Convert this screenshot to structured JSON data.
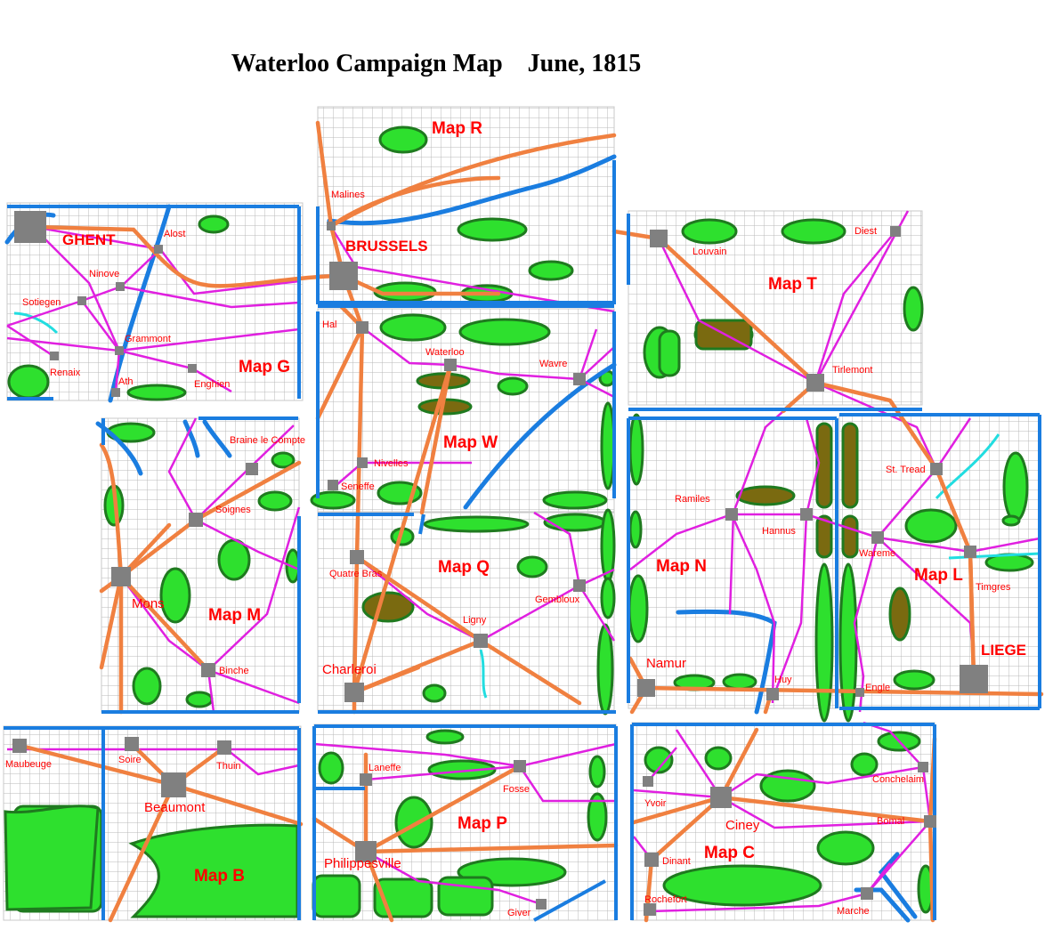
{
  "title": "Waterloo Campaign Map    June, 1815",
  "colors": {
    "road_major": "#f08040",
    "road_minor": "#e020e0",
    "river": "#1a7de0",
    "stream": "#22dde0",
    "border": "#1a7de0",
    "grid": "#b4b4b4",
    "forest_fill": "#2ee02e",
    "forest_outline": "#1f7a1f",
    "field_fill": "#7a6a10",
    "town": "#808080",
    "label": "#ff0000"
  },
  "maps": [
    {
      "id": "G",
      "label": "Map G"
    },
    {
      "id": "R",
      "label": "Map R"
    },
    {
      "id": "T",
      "label": "Map T"
    },
    {
      "id": "W",
      "label": "Map W"
    },
    {
      "id": "M",
      "label": "Map M"
    },
    {
      "id": "Q",
      "label": "Map Q"
    },
    {
      "id": "N",
      "label": "Map N"
    },
    {
      "id": "L",
      "label": "Map L"
    },
    {
      "id": "B",
      "label": "Map B"
    },
    {
      "id": "P",
      "label": "Map P"
    },
    {
      "id": "C",
      "label": "Map C"
    }
  ],
  "towns": [
    {
      "name": "GHENT"
    },
    {
      "name": "Alost"
    },
    {
      "name": "Ninove"
    },
    {
      "name": "Sotiegen"
    },
    {
      "name": "Grammont"
    },
    {
      "name": "Renaix"
    },
    {
      "name": "Ath"
    },
    {
      "name": "Enghien"
    },
    {
      "name": "Malines"
    },
    {
      "name": "BRUSSELS"
    },
    {
      "name": "Louvain"
    },
    {
      "name": "Diest"
    },
    {
      "name": "Tirlemont"
    },
    {
      "name": "Hal"
    },
    {
      "name": "Waterloo"
    },
    {
      "name": "Wavre"
    },
    {
      "name": "Braine le Compte"
    },
    {
      "name": "Nivelles"
    },
    {
      "name": "Seneffe"
    },
    {
      "name": "Soignes"
    },
    {
      "name": "Mons"
    },
    {
      "name": "Binche"
    },
    {
      "name": "Quatre Bras"
    },
    {
      "name": "Gembloux"
    },
    {
      "name": "Ligny"
    },
    {
      "name": "Charleroi"
    },
    {
      "name": "Ramiles"
    },
    {
      "name": "Hannus"
    },
    {
      "name": "St. Tread"
    },
    {
      "name": "Wareme"
    },
    {
      "name": "Timgres"
    },
    {
      "name": "LIEGE"
    },
    {
      "name": "Namur"
    },
    {
      "name": "Huy"
    },
    {
      "name": "Engle"
    },
    {
      "name": "Maubeuge"
    },
    {
      "name": "Soire"
    },
    {
      "name": "Thuin"
    },
    {
      "name": "Beaumont"
    },
    {
      "name": "Laneffe"
    },
    {
      "name": "Fosse"
    },
    {
      "name": "Philippesville"
    },
    {
      "name": "Giver"
    },
    {
      "name": "Yvoir"
    },
    {
      "name": "Ciney"
    },
    {
      "name": "Conchelaim"
    },
    {
      "name": "Bomal"
    },
    {
      "name": "Dinant"
    },
    {
      "name": "Rochefort"
    },
    {
      "name": "Marche"
    }
  ]
}
